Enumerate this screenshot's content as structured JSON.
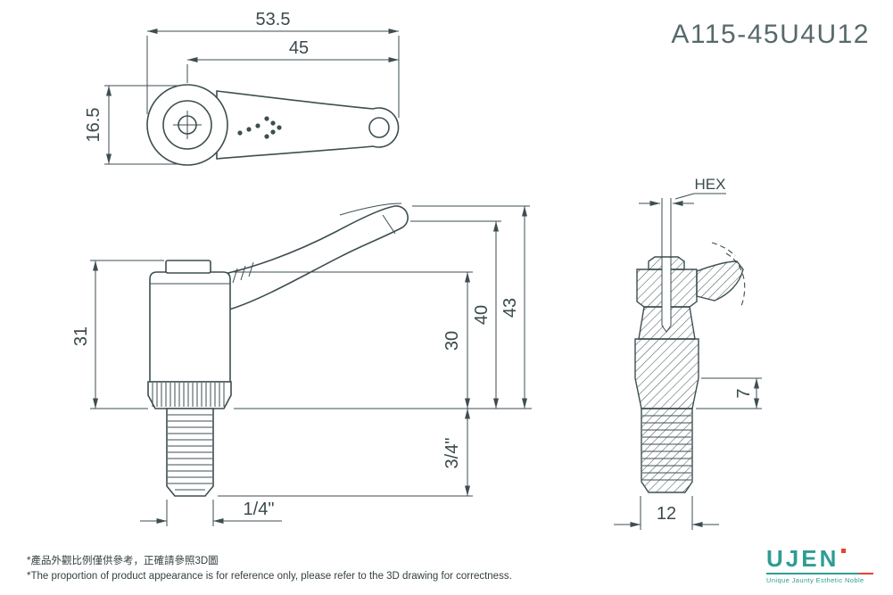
{
  "part_number": "A115-45U4U12",
  "dims": {
    "overall_length": "53.5",
    "arm_length": "45",
    "boss_dia": "16.5",
    "body_height": "31",
    "clamp_height": "30",
    "height_40": "40",
    "overall_height": "43",
    "thread_length": "3/4\"",
    "thread_size": "1/4\"",
    "hex": "HEX",
    "step_height": "7",
    "stud_width": "12"
  },
  "notes": {
    "zh": "*產品外觀比例僅供參考，正確請參照3D圖",
    "en": "*The proportion of product appearance is for reference only, please refer to the 3D drawing for correctness."
  },
  "logo": {
    "name": "UJEN",
    "tagline": "Unique Jaunty Esthetic Noble"
  },
  "colors": {
    "line": "#3e4e50",
    "part_number_text": "#57696b",
    "logo_teal": "#2e9c94",
    "accent_red": "#e8432e"
  }
}
